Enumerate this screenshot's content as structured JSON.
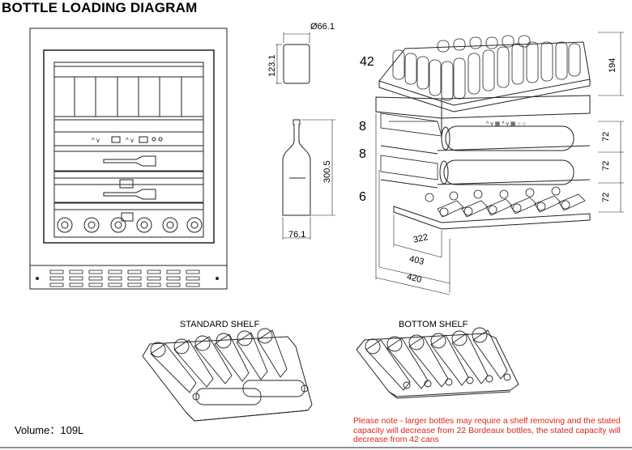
{
  "title": "BOTTLE LOADING DIAGRAM",
  "can_dims": {
    "diameter": "Ø66.1",
    "height": "123.1"
  },
  "bottle_dims": {
    "height": "300.5",
    "diameter": "76.1"
  },
  "iso_dims": {
    "top": "194",
    "shelf1": "72",
    "shelf2": "72",
    "shelf3": "72",
    "d322": "322",
    "d403": "403",
    "d420": "420"
  },
  "capacities": {
    "cans": "42",
    "shelf1": "8",
    "shelf2": "8",
    "bottom": "6"
  },
  "labels": {
    "standard_shelf": "STANDARD SHELF",
    "bottom_shelf": "BOTTOM SHELF"
  },
  "volume": "Volume：109L",
  "note": "Please note - larger bottles may require a shelf removing and the stated capacity will decrease from 22 Bordeaux bottles, the stated capacity will decrease from 42 cans",
  "colors": {
    "note": "#e0251b",
    "line": "#222222"
  }
}
